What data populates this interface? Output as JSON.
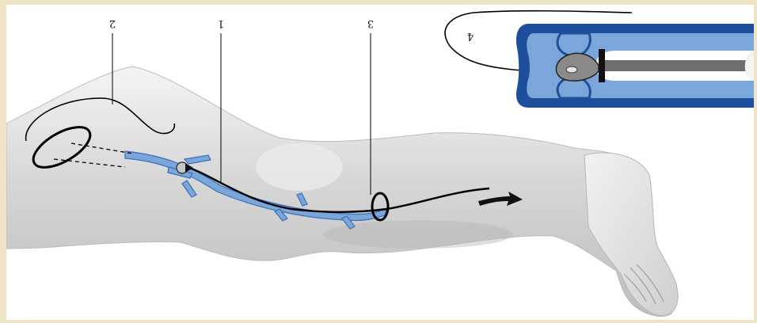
{
  "figure": {
    "callouts": [
      {
        "id": "1",
        "text": "1"
      },
      {
        "id": "2",
        "text": "2"
      },
      {
        "id": "3",
        "text": "3"
      },
      {
        "id": "4",
        "text": "4"
      }
    ],
    "colors": {
      "frame": "#efe3c6",
      "vein": "#7aa6d9",
      "vein_inset": "#1e4f9c",
      "leg": "#d9d9d9",
      "wire": "#000000"
    },
    "icons": [
      "arrow-right-icon",
      "stripper-head-icon",
      "ligature-loop-icon"
    ]
  }
}
